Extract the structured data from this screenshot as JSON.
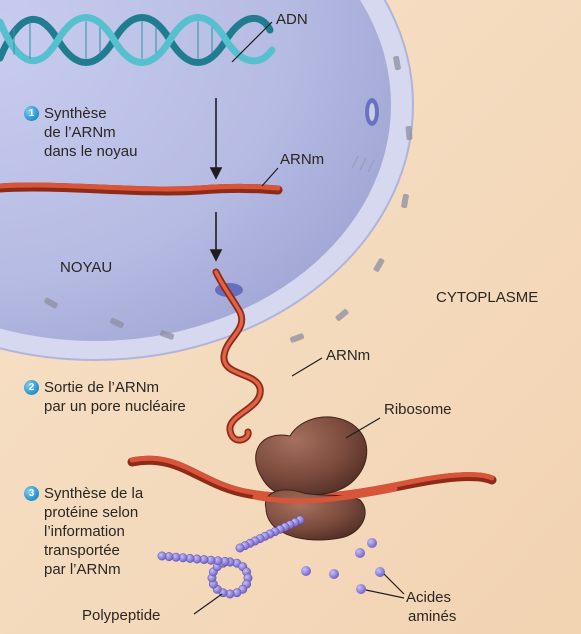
{
  "labels": {
    "adn": "ADN",
    "arnm_top": "ARNm",
    "noyau": "NOYAU",
    "cytoplasme": "CYTOPLASME",
    "arnm_mid": "ARNm",
    "ribosome": "Ribosome",
    "polypeptide": "Polypeptide",
    "acides": [
      "Acides",
      "aminés"
    ]
  },
  "steps": [
    {
      "number": "1",
      "lines": [
        "Synthèse",
        "de l’ARNm",
        "dans le noyau"
      ]
    },
    {
      "number": "2",
      "lines": [
        "Sortie de l’ARNm",
        "par un pore nucléaire"
      ]
    },
    {
      "number": "3",
      "lines": [
        "Synthèse de la",
        "protéine selon",
        "l’information",
        "transportée",
        "par l’ARNm"
      ]
    }
  ],
  "colors": {
    "cytoplasm": "#f5dcc0",
    "nucleus": "#b9bfe4",
    "nuclear_envelope": "#d0d4ee",
    "rna": "#d0472c",
    "dna": "#3aa5b5",
    "ribosome": "#7a4a3c",
    "amino_acid": "#8f7fd8",
    "step_badge": "#1f8fc8"
  }
}
